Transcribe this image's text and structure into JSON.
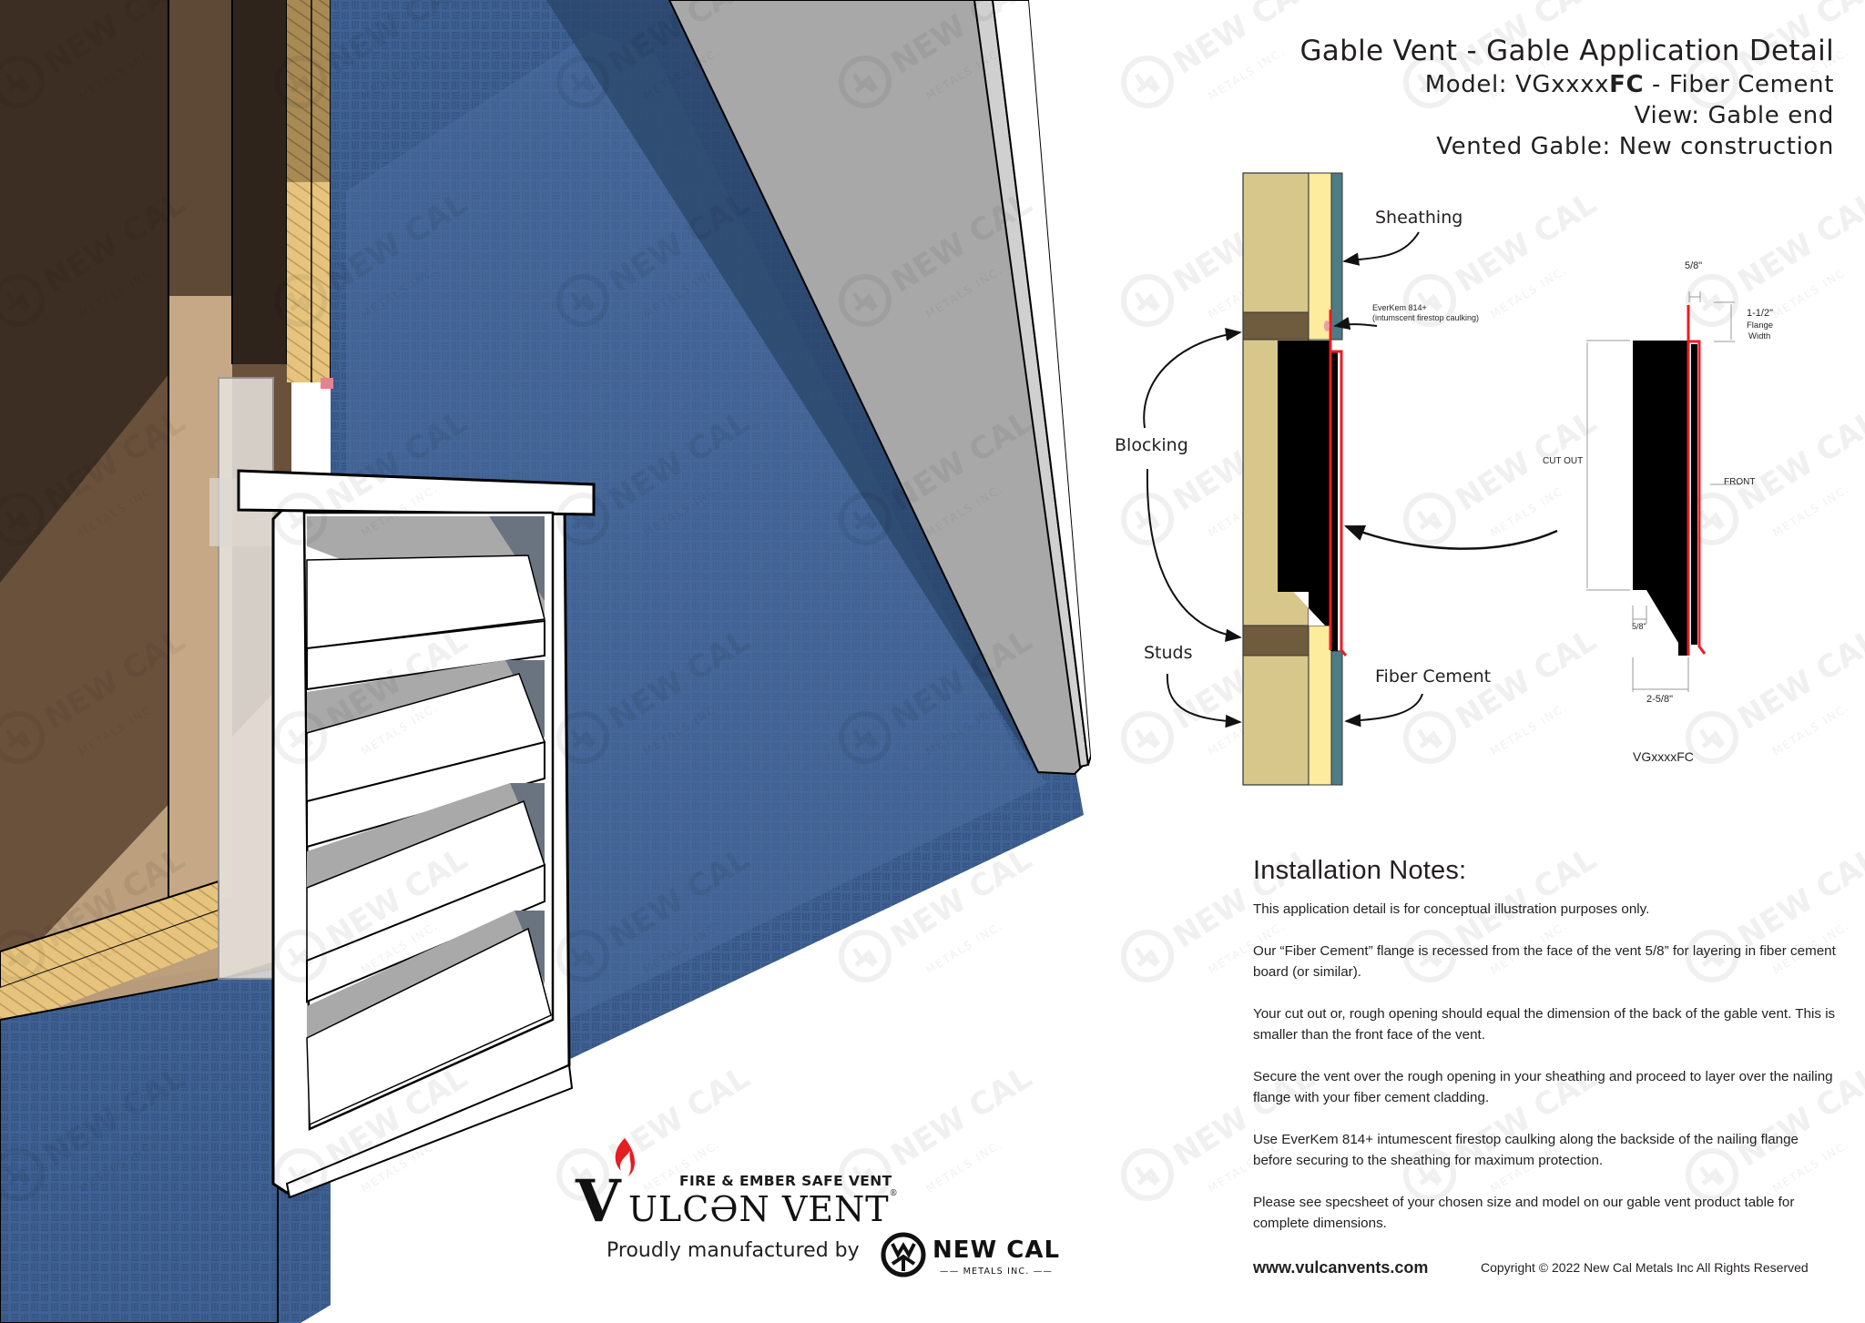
{
  "header": {
    "title": "Gable Vent - Gable Application Detail",
    "model_label": "Model:",
    "model_code_prefix": "VGxxxx",
    "model_code_suffix": "FC",
    "model_desc": " - Fiber Cement",
    "view_label": "View:",
    "view_value": "Gable end",
    "vented_label": "Vented Gable:",
    "vented_value": "New construction"
  },
  "section_detail": {
    "labels": {
      "sheathing": "Sheathing",
      "caulk_line1": "EverKem 814+",
      "caulk_line2": "(intumscent firestop caulking)",
      "blocking": "Blocking",
      "studs": "Studs",
      "fiber_cement": "Fiber Cement"
    },
    "colors": {
      "stud": "#d8c78b",
      "blocking": "#6f5b3e",
      "sheathing": "#fdeb9e",
      "fiber_cement": "#4e7c86",
      "vent_body": "#000000",
      "flange": "#ed1c24",
      "caulk": "#e8a0a8"
    }
  },
  "vent_profile": {
    "dim_top": "5/8\"",
    "dim_flange": "1-1/2\"",
    "dim_flange_label_1": "Flange",
    "dim_flange_label_2": "Width",
    "cut_out": "CUT OUT",
    "front": "FRONT",
    "dim_bottom_small": "5/8\"",
    "dim_depth": "2-5/8\"",
    "model_caption": "VGxxxxFC"
  },
  "installation_notes": {
    "heading": "Installation Notes:",
    "paragraphs": [
      "This application detail is for conceptual illustration  purposes only.",
      "Our “Fiber Cement” flange is recessed from the face of the vent 5/8” for layering in fiber cement board (or similar).",
      "Your cut out or, rough opening should equal the dimension of the back of the gable vent. This is smaller than the front face of the vent.",
      "Secure the vent over the rough opening in your sheathing and proceed to layer over the nailing flange with your fiber cement cladding.",
      "Use EverKem 814+ intumescent firestop caulking along the backside of the nailing flange before securing to the sheathing for maximum protection.",
      "Please see specsheet of your chosen size and model on our gable vent product table for complete dimensions."
    ]
  },
  "footer": {
    "url": "www.vulcanvents.com",
    "copyright": "Copyright © 2022 New Cal Metals Inc All Rights Reserved"
  },
  "branding": {
    "tagline": "FIRE & EMBER SAFE VENT",
    "brand_v": "V",
    "brand_rest": "ULCƏN VENT",
    "registered": "®",
    "made_by": "Proudly manufactured by",
    "company_name": "NEW CAL",
    "company_sub": "—— METALS INC. ——",
    "flame_color": "#e31e24"
  },
  "watermark": {
    "text_main": "NEW CAL",
    "text_sub": "METALS INC."
  },
  "illustration": {
    "colors": {
      "siding_blue": "#3c5f91",
      "siding_blue_light": "#4a6e9c",
      "siding_shadow": "#2a4468",
      "soffit_gray": "#a6a6a6",
      "fascia_white": "#ffffff",
      "wall_dark": "#3b2d22",
      "wall_mid": "#5c4634",
      "wall_light": "#c6a886",
      "plywood": "#e3c07a",
      "vent_white": "#ffffff",
      "vent_shadow": "#6a7480"
    }
  }
}
